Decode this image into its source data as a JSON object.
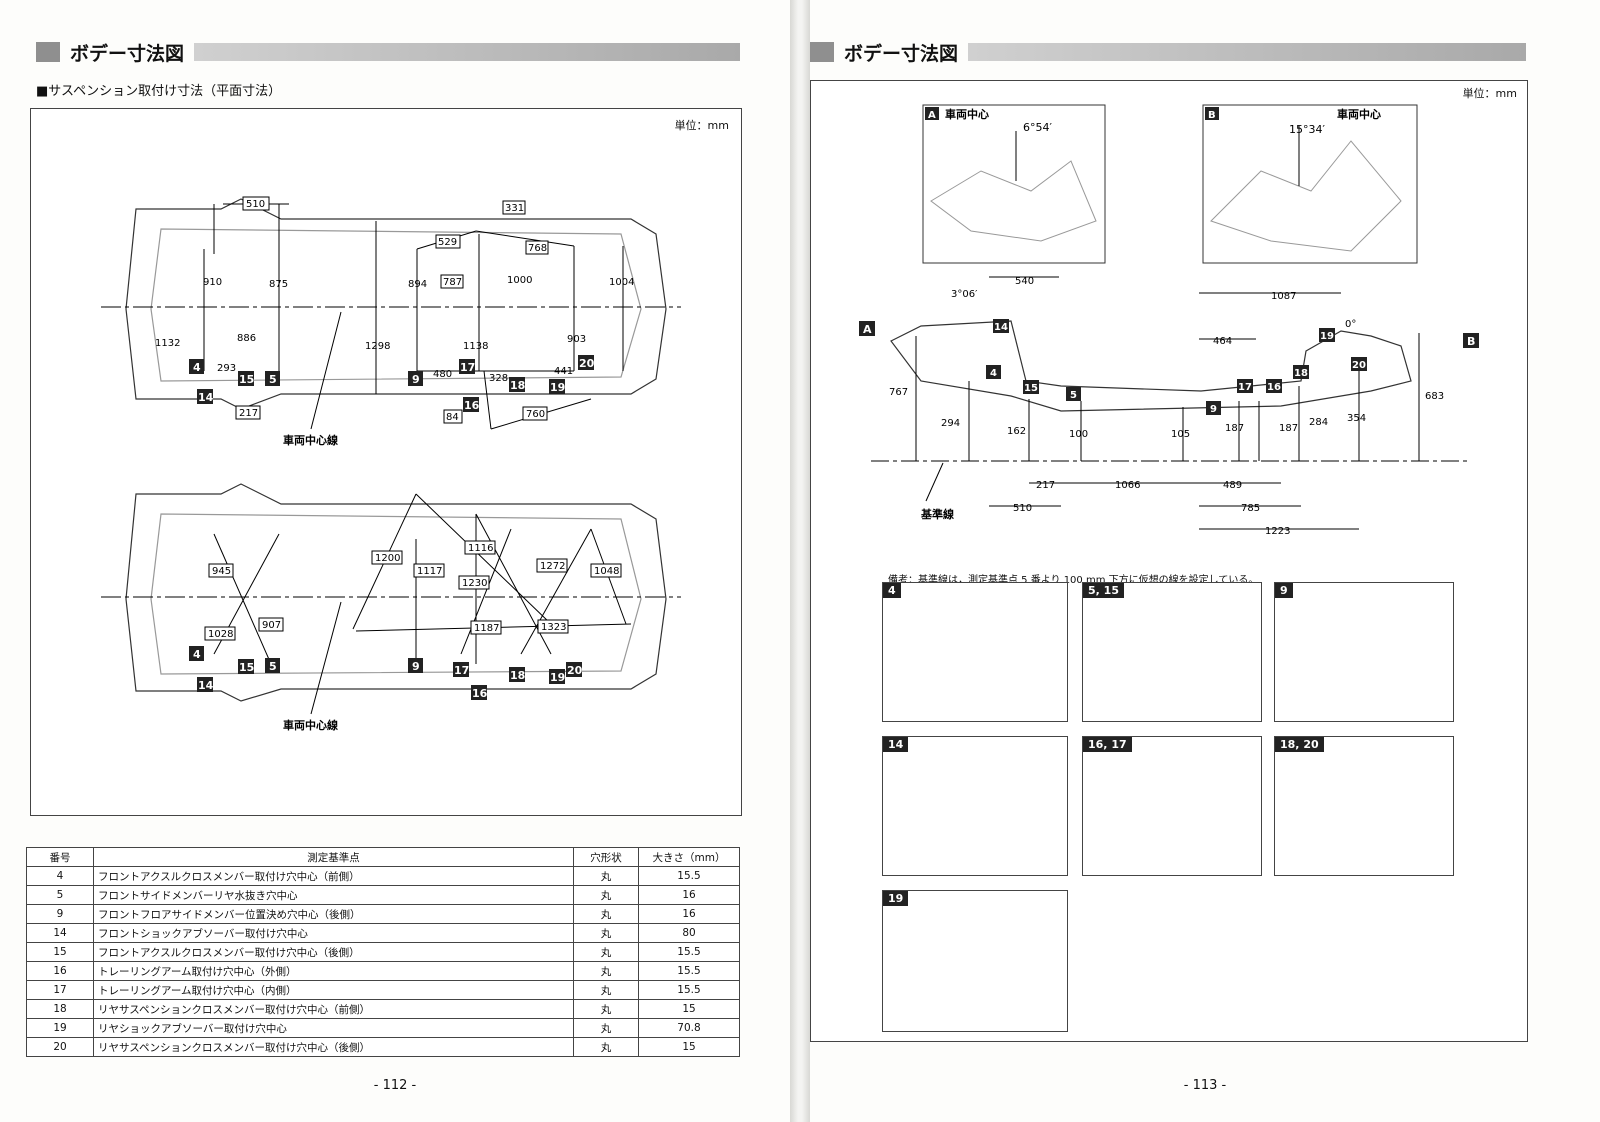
{
  "left": {
    "header": "ボデー寸法図",
    "subtitle": "■サスペンション取付け寸法（平面寸法）",
    "unit": "単位：mm",
    "center_line_label": "車両中心線",
    "top_dims": [
      "510",
      "331",
      "910",
      "875",
      "529",
      "768",
      "894",
      "787",
      "1000",
      "1004",
      "1132",
      "886",
      "1298",
      "1138",
      "903",
      "293",
      "480",
      "328",
      "441",
      "217",
      "84",
      "760"
    ],
    "bottom_dims": [
      "1200",
      "1116",
      "1117",
      "1272",
      "1048",
      "945",
      "1230",
      "907",
      "1028",
      "1187",
      "1323"
    ],
    "table": {
      "headers": [
        "番号",
        "測定基準点",
        "穴形状",
        "大きさ（mm）"
      ],
      "rows": [
        [
          "4",
          "フロントアクスルクロスメンバー取付け穴中心（前側）",
          "丸",
          "15.5"
        ],
        [
          "5",
          "フロントサイドメンバーリヤ水抜き穴中心",
          "丸",
          "16"
        ],
        [
          "9",
          "フロントフロアサイドメンバー位置決め穴中心（後側）",
          "丸",
          "16"
        ],
        [
          "14",
          "フロントショックアブソーバー取付け穴中心",
          "丸",
          "80"
        ],
        [
          "15",
          "フロントアクスルクロスメンバー取付け穴中心（後側）",
          "丸",
          "15.5"
        ],
        [
          "16",
          "トレーリングアーム取付け穴中心（外側）",
          "丸",
          "15.5"
        ],
        [
          "17",
          "トレーリングアーム取付け穴中心（内側）",
          "丸",
          "15.5"
        ],
        [
          "18",
          "リヤサスペンションクロスメンバー取付け穴中心（前側）",
          "丸",
          "15"
        ],
        [
          "19",
          "リヤショックアブソーバー取付け穴中心",
          "丸",
          "70.8"
        ],
        [
          "20",
          "リヤサスペンションクロスメンバー取付け穴中心（後側）",
          "丸",
          "15"
        ]
      ]
    },
    "page_number": "- 112 -"
  },
  "right": {
    "header": "ボデー寸法図",
    "unit": "単位：mm",
    "inset_a": {
      "tag": "A",
      "label": "車両中心",
      "angle": "6°54′"
    },
    "inset_b": {
      "tag": "B",
      "label": "車両中心",
      "angle": "15°34′"
    },
    "side_dims": [
      "3°06′",
      "540",
      "1087",
      "0°",
      "464",
      "767",
      "294",
      "162",
      "100",
      "105",
      "187",
      "187",
      "284",
      "354",
      "683",
      "217",
      "1066",
      "489",
      "785",
      "510",
      "1223"
    ],
    "base_line_label": "基準線",
    "note": "備考：基準線は，測定基準点 5 番より 100 mm 下方に仮想の線を設定している。",
    "details": [
      "4",
      "5, 15",
      "9",
      "14",
      "16, 17",
      "18, 20",
      "19"
    ],
    "page_number": "- 113 -"
  },
  "point_markers": [
    "4",
    "5",
    "9",
    "14",
    "15",
    "16",
    "17",
    "18",
    "19",
    "20"
  ]
}
